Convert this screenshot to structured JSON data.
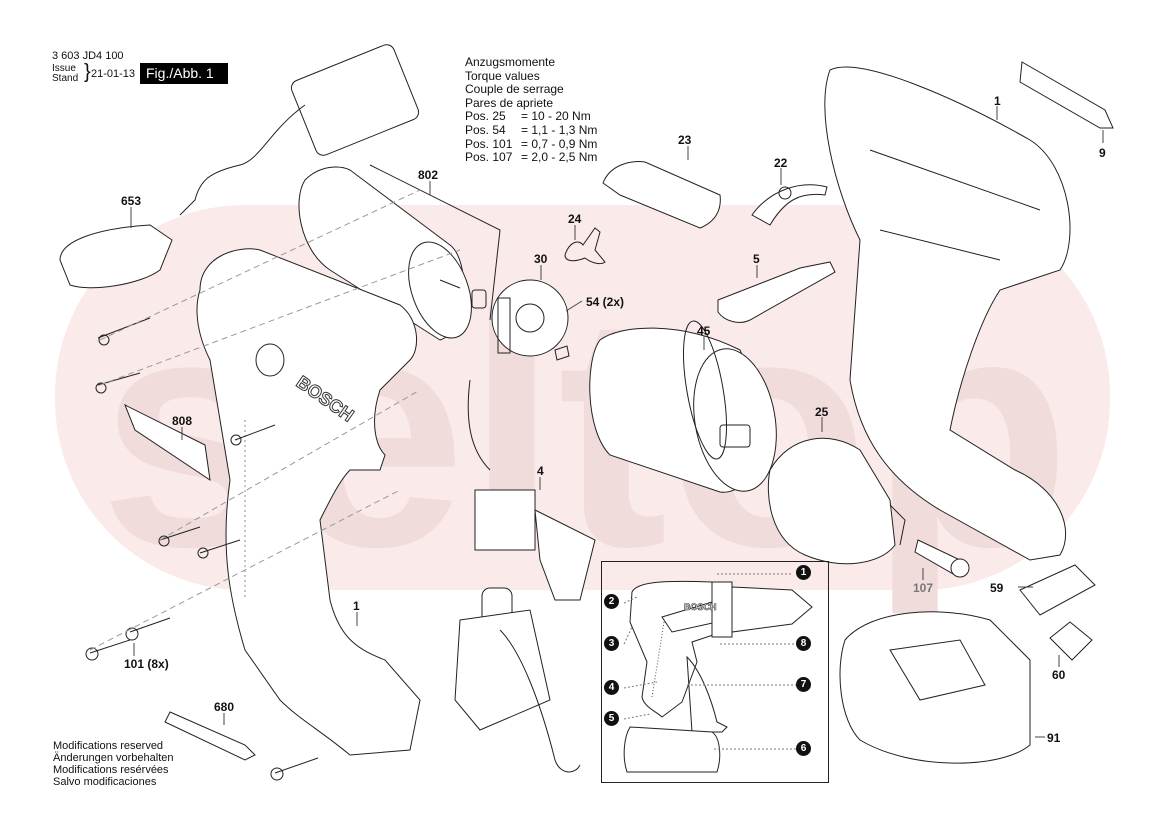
{
  "header": {
    "document_number": "3 603 JD4 100",
    "issue_label": "Issue",
    "stand_label": "Stand",
    "issue_date": "21-01-13",
    "figure_label": "Fig./Abb. 1"
  },
  "torque_table": {
    "titles": [
      "Anzugsmomente",
      "Torque values",
      "Couple de serrage",
      "Pares de apriete"
    ],
    "rows": [
      {
        "position": "Pos. 25",
        "value": "= 10 - 20 Nm"
      },
      {
        "position": "Pos. 54",
        "value": "= 1,1 - 1,3 Nm"
      },
      {
        "position": "Pos. 101",
        "value": "= 0,7 - 0,9 Nm"
      },
      {
        "position": "Pos. 107",
        "value": "= 2,0 - 2,5 Nm"
      }
    ]
  },
  "footer_notes": [
    "Modifications reserved",
    "Änderungen vorbehalten",
    "Modifications resérvées",
    "Salvo modificaciones"
  ],
  "watermark": {
    "text": "seltop",
    "color": "#f5d6d6"
  },
  "part_labels": {
    "p653": "653",
    "p802": "802",
    "p23": "23",
    "p22": "22",
    "p1_top": "1",
    "p9": "9",
    "p24": "24",
    "p30": "30",
    "p54": "54 (2x)",
    "p5": "5",
    "p45": "45",
    "p808": "808",
    "p25": "25",
    "p4": "4",
    "p107": "107",
    "p59": "59",
    "p60": "60",
    "p1_bottom": "1",
    "p101": "101 (8x)",
    "p680": "680",
    "p91": "91"
  },
  "inset_callouts": [
    "1",
    "2",
    "3",
    "4",
    "5",
    "6",
    "7",
    "8"
  ],
  "inset_brand": "BOSCH",
  "housing_brand": "BOSCH"
}
